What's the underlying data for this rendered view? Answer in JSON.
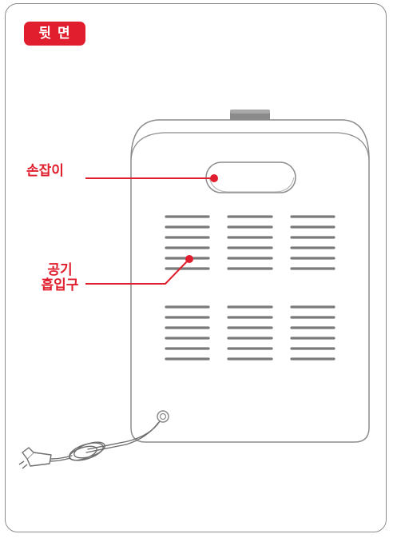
{
  "section_badge": "뒷 면",
  "callouts": {
    "handle": "손잡이",
    "air_intake_line1": "공기",
    "air_intake_line2": "흡입구"
  },
  "colors": {
    "accent": "#e01e2d",
    "outline": "#8c8c8c",
    "vent": "#7a7a7a"
  }
}
